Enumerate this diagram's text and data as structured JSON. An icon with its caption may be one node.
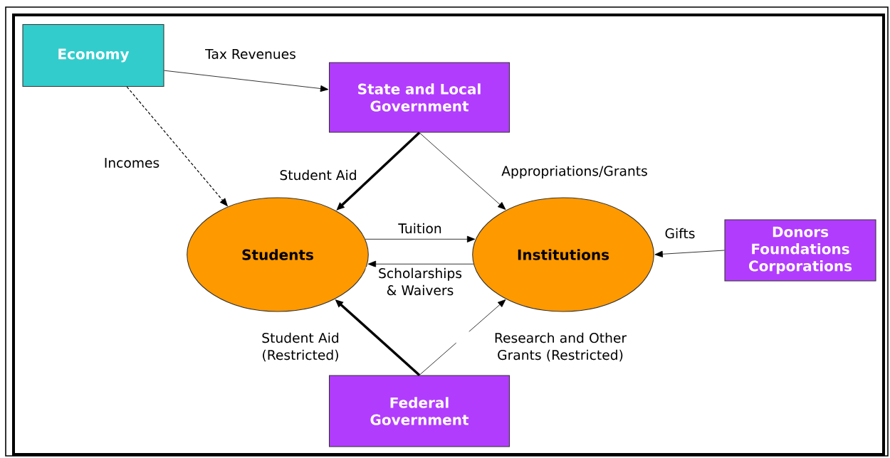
{
  "diagram": {
    "nodes": [
      {
        "text": [
          "Economy"
        ]
      },
      {
        "text": [
          "State and Local Government"
        ]
      },
      {
        "text": [
          "Students"
        ]
      },
      {
        "text": [
          "Institutions"
        ]
      },
      {
        "text": [
          "Donors Foundations Corporations"
        ]
      },
      {
        "text": [
          "Federal Government"
        ]
      }
    ],
    "edges": [
      {
        "from": 0,
        "to": 1,
        "arrow": "to",
        "label": "Tax Revenues"
      },
      {
        "from": 0,
        "to": 2,
        "arrow": "to",
        "label": "Incomes",
        "style": "dashed"
      },
      {
        "from": 1,
        "to": 2,
        "arrow": "to",
        "label": "Student Aid",
        "style": "thick"
      },
      {
        "from": 1,
        "to": 3,
        "arrow": "to",
        "label": "Appropriations/Grants"
      },
      {
        "from": 2,
        "to": 3,
        "arrow": "to",
        "label": "Tuition"
      },
      {
        "from": 3,
        "to": 2,
        "arrow": "to",
        "label": "Scholarships & Waivers"
      },
      {
        "from": 4,
        "to": 3,
        "arrow": "to",
        "label": "Gifts"
      },
      {
        "from": 5,
        "to": 2,
        "arrow": "to",
        "label": "Student Aid (Restricted)",
        "style": "thick"
      },
      {
        "from": 5,
        "to": 3,
        "arrow": "to",
        "label": "Research and Other Grants (Restricted)"
      }
    ]
  }
}
